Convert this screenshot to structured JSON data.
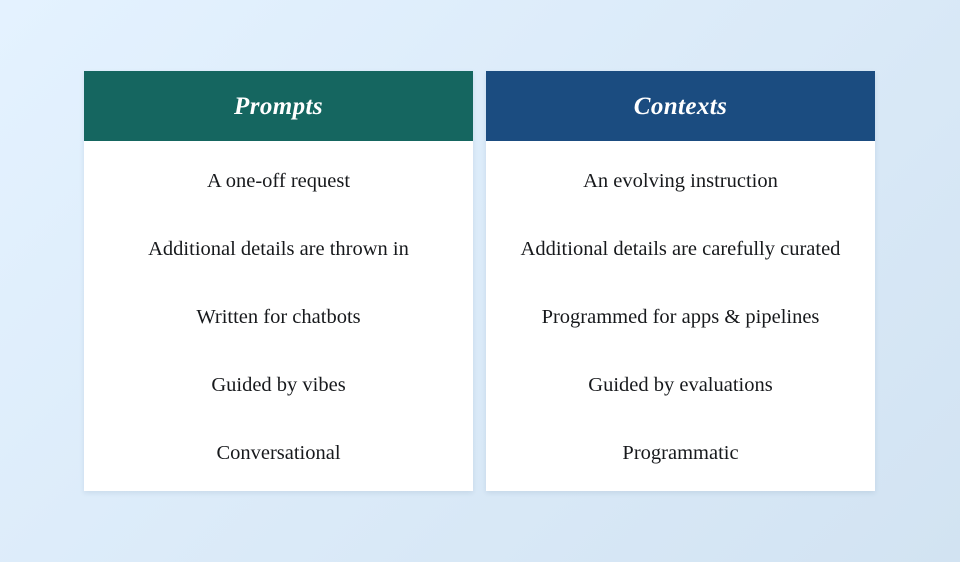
{
  "theme": {
    "background_start": "#E4F2FF",
    "background_end": "#D2E3F2",
    "card_background": "#FFFFFF",
    "body_text_color": "#17191C",
    "header_text_color": "#FFFFFF"
  },
  "columns": [
    {
      "id": "prompts",
      "header": "Prompts",
      "header_color": "#156660",
      "rows": [
        "A one-off request",
        "Additional details are thrown in",
        "Written for chatbots",
        "Guided by vibes",
        "Conversational"
      ]
    },
    {
      "id": "contexts",
      "header": "Contexts",
      "header_color": "#1B4C80",
      "rows": [
        "An evolving instruction",
        "Additional details are carefully curated",
        "Programmed for apps & pipelines",
        "Guided by evaluations",
        "Programmatic"
      ]
    }
  ]
}
